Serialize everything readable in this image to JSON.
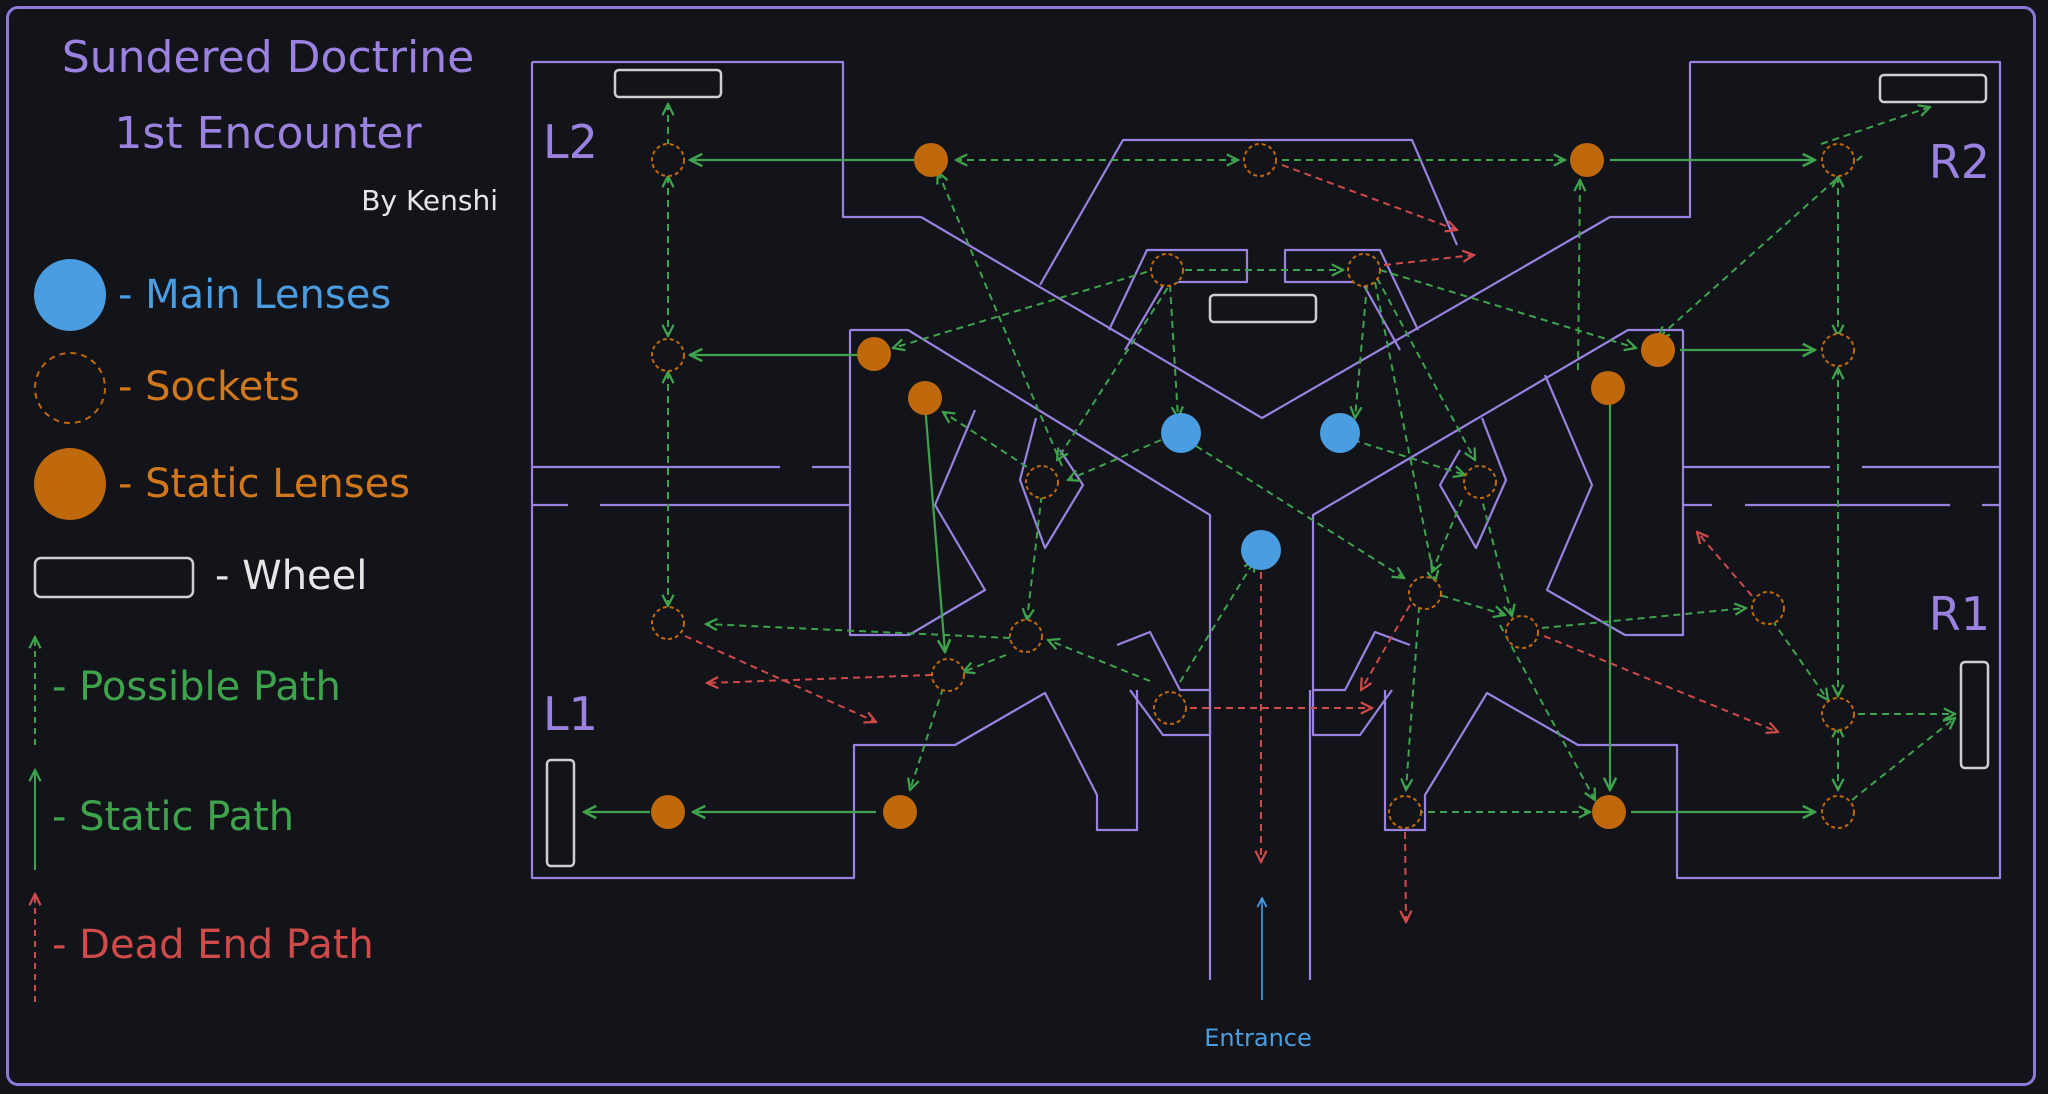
{
  "title": {
    "line1": "Sundered Doctrine",
    "line2": "1st Encounter",
    "author": "By Kenshi"
  },
  "legend": {
    "main_lenses": "- Main Lenses",
    "sockets": "- Sockets",
    "static_lenses": "- Static Lenses",
    "wheel": "- Wheel",
    "possible_path": "- Possible Path",
    "static_path": "- Static Path",
    "dead_end_path": "- Dead End Path"
  },
  "rooms": {
    "l1": "L1",
    "l2": "L2",
    "r1": "R1",
    "r2": "R2"
  },
  "entrance": "Entrance",
  "colors": {
    "background": "#121419",
    "walls": "#9b82e0",
    "main_lens": "#4a9de0",
    "static_lens": "#c0680c",
    "socket": "#c0680c",
    "wheel": "#d0d0d0",
    "possible_path": "#3fa34d",
    "static_path": "#3fa34d",
    "dead_end_path": "#d04a4a",
    "title": "#9b82e0",
    "legend_main": "#4a9de0",
    "legend_orange": "#d2781c",
    "legend_green": "#3fa34d",
    "legend_red": "#d04a4a"
  }
}
